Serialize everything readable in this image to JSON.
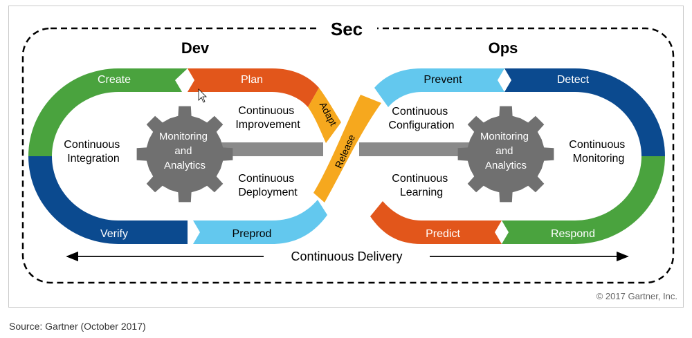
{
  "title": "Sec",
  "dev_label": "Dev",
  "ops_label": "Ops",
  "segments": {
    "create": "Create",
    "plan": "Plan",
    "adapt": "Adapt",
    "release": "Release",
    "prevent": "Prevent",
    "detect": "Detect",
    "respond": "Respond",
    "predict": "Predict",
    "preprod": "Preprod",
    "verify": "Verify"
  },
  "gears": {
    "left": [
      "Monitoring",
      "and",
      "Analytics"
    ],
    "right": [
      "Monitoring",
      "and",
      "Analytics"
    ]
  },
  "inner_labels": {
    "continuous_integration": [
      "Continuous",
      "Integration"
    ],
    "continuous_improvement": [
      "Continuous",
      "Improvement"
    ],
    "continuous_deployment": [
      "Continuous",
      "Deployment"
    ],
    "continuous_configuration": [
      "Continuous",
      "Configuration"
    ],
    "continuous_learning": [
      "Continuous",
      "Learning"
    ],
    "continuous_monitoring": [
      "Continuous",
      "Monitoring"
    ]
  },
  "delivery_label": "Continuous Delivery",
  "copyright": "© 2017 Gartner, Inc.",
  "source": "Source: Gartner (October 2017)",
  "colors": {
    "green": "#4aa33e",
    "navy": "#0b4a8f",
    "orange": "#e2561b",
    "light_blue": "#63c8ee",
    "gold": "#f6a81e",
    "gear": "#707070",
    "bar": "#8a8a8a"
  }
}
